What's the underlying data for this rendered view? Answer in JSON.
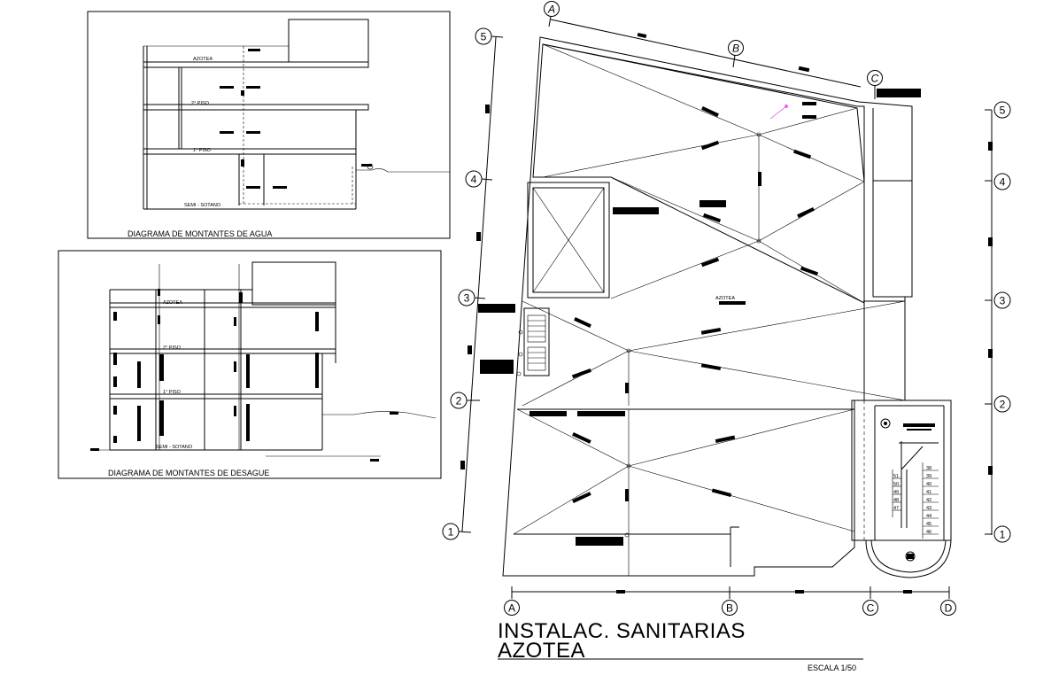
{
  "panels": {
    "agua": {
      "title": "DIAGRAMA DE MONTANTES DE AGUA",
      "levels": [
        "AZOTEA",
        "2° PISO",
        "1° PISO",
        "SEMI - SOTANO"
      ]
    },
    "desague": {
      "title": "DIAGRAMA DE MONTANTES DE DESAGUE",
      "levels": [
        "AZOTEA",
        "2° PISO",
        "1° PISO",
        "SEMI - SOTANO"
      ]
    }
  },
  "plan": {
    "room_label": "AZOTEA",
    "axes_left": [
      "5",
      "4",
      "3",
      "2",
      "1"
    ],
    "axes_right": [
      "5",
      "4",
      "3",
      "2",
      "1"
    ],
    "axes_top": [
      "A",
      "B",
      "C"
    ],
    "axes_bottom": [
      "A",
      "B",
      "C",
      "D"
    ],
    "stair_steps_left": [
      "51",
      "50",
      "49",
      "48",
      "47"
    ],
    "stair_steps_right": [
      "38",
      "39",
      "40",
      "41",
      "42",
      "43",
      "44",
      "45",
      "46"
    ]
  },
  "title_block": {
    "line1": "INSTALAC. SANITARIAS",
    "line2": "AZOTEA",
    "scale": "ESCALA 1/50"
  }
}
